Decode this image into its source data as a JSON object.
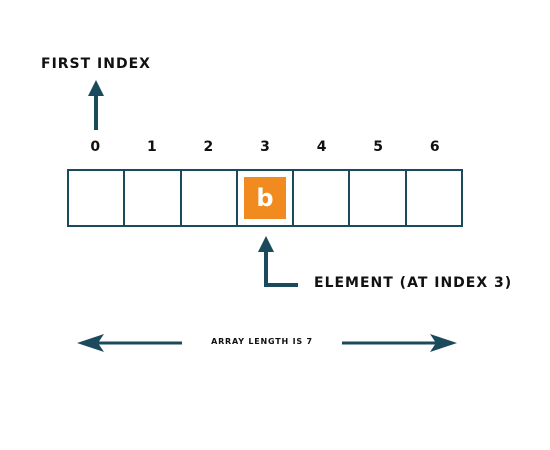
{
  "title": "FIRST INDEX",
  "indices": [
    "0",
    "1",
    "2",
    "3",
    "4",
    "5",
    "6"
  ],
  "cells": [
    "",
    "",
    "",
    "b",
    "",
    "",
    ""
  ],
  "highlight_index": 3,
  "element_label": "ELEMENT (AT INDEX 3)",
  "length_label": "ARRAY LENGTH IS 7",
  "colors": {
    "accent": "#f28b1f",
    "border": "#1b4a5c",
    "arrow": "#1b4a5c",
    "text": "#111111"
  }
}
